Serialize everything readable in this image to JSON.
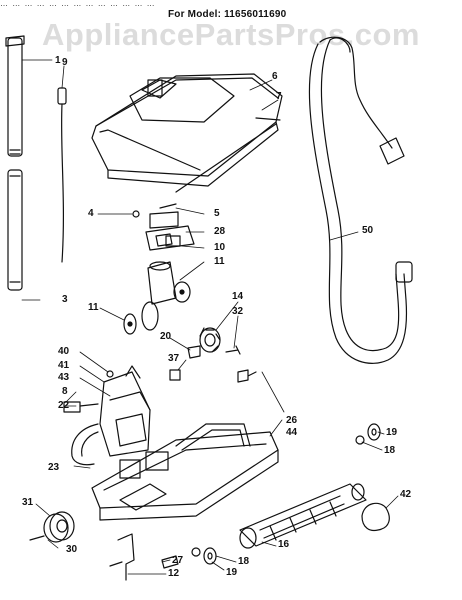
{
  "header": {
    "top_text": "…  …  …  …  …  …  …  …  …  …  …  …  …",
    "model": "For Model: 11656011690",
    "watermark": "AppliancePartsPros.com"
  },
  "colors": {
    "ink": "#111111",
    "watermark": "#dcdcdc",
    "background": "#ffffff"
  },
  "callouts": [
    {
      "id": "1"
    },
    {
      "id": "9"
    },
    {
      "id": "6"
    },
    {
      "id": "7"
    },
    {
      "id": "4"
    },
    {
      "id": "5"
    },
    {
      "id": "28"
    },
    {
      "id": "10"
    },
    {
      "id": "11"
    },
    {
      "id": "11"
    },
    {
      "id": "14"
    },
    {
      "id": "32"
    },
    {
      "id": "20"
    },
    {
      "id": "37"
    },
    {
      "id": "3"
    },
    {
      "id": "50"
    },
    {
      "id": "40"
    },
    {
      "id": "41"
    },
    {
      "id": "43"
    },
    {
      "id": "8"
    },
    {
      "id": "22"
    },
    {
      "id": "44"
    },
    {
      "id": "26"
    },
    {
      "id": "19"
    },
    {
      "id": "18"
    },
    {
      "id": "23"
    },
    {
      "id": "42"
    },
    {
      "id": "31"
    },
    {
      "id": "30"
    },
    {
      "id": "16"
    },
    {
      "id": "27"
    },
    {
      "id": "18"
    },
    {
      "id": "19"
    },
    {
      "id": "12"
    }
  ]
}
